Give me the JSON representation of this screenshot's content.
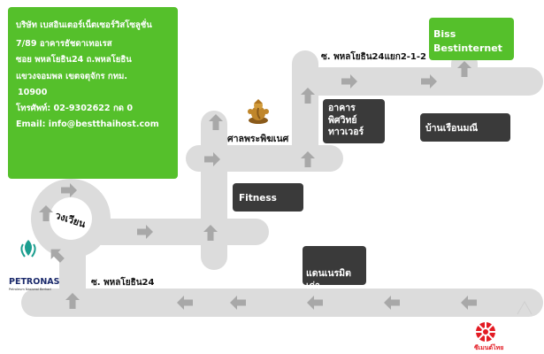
{
  "company": {
    "name": "บริษัท  เบสอินเตอร์เน็ตเซอร์วิสโซลูชั่น",
    "address": [
      "7/89 อาคารธัชดาเทอเรส",
      "ซอย พหลโยธิน24 ถ.พหลโยธิน",
      "แขวงจอมพล เขตจตุจักร กทม.",
      "10900"
    ],
    "phone": "โทรศัพท์: 02-9302622 กด 0",
    "email": "Email:  info@bestthaihost.com"
  },
  "landmarks": {
    "biss": [
      "Biss",
      "Bestinternet"
    ],
    "building": [
      "อาคาร",
      "พิศวิทย์",
      "ทาวเวอร์"
    ],
    "baan_ruen": "บ้านเรือนมณี",
    "fitness": "Fitness",
    "dandaen": "แดนเนรมิตเก่า",
    "shrine": "ศาลพระพิฆเนศ",
    "roundabout": "วงเวียน",
    "petronas": "PETRONAS",
    "petronas_sub": "Petroleum Nasional Berhad",
    "cement": "ซีเมนต์ไทย"
  },
  "streets": {
    "soi24": "ซ. พหลโยธิน24",
    "soi24_2_1_2": "ซ. พหลโยธิน24แยก2-1-2"
  },
  "colors": {
    "green": "#55c02b",
    "dark": "#3a3a3a",
    "road": "#dcdcdc",
    "arrow": "#a8a8a8"
  }
}
